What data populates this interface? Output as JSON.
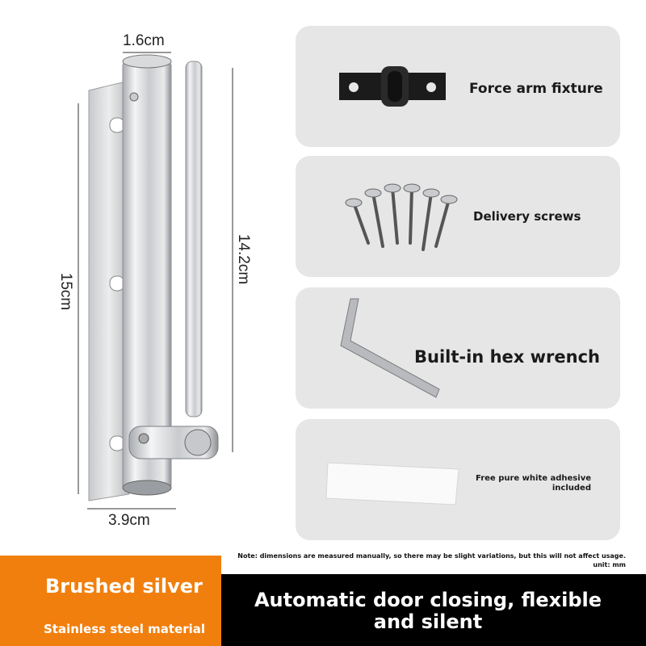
{
  "dimensions": {
    "diameter": "1.6cm",
    "total_length": "15cm",
    "rod_length": "14.2cm",
    "base_width": "3.9cm"
  },
  "accessories": [
    {
      "label": "Force arm fixture",
      "icon": "bracket-icon"
    },
    {
      "label": "Delivery screws",
      "icon": "screws-icon"
    },
    {
      "label": "Built-in hex wrench",
      "icon": "hex-wrench-icon"
    },
    {
      "label": "Free pure white adhesive included",
      "icon": "adhesive-strip-icon"
    }
  ],
  "note": "Note: dimensions are measured manually, so there may be slight variations, but this will not affect usage. unit: mm",
  "color_name": "Brushed silver",
  "material": "Stainless steel material",
  "headline": "Automatic door closing, flexible and silent",
  "colors": {
    "accent_orange": "#f17f0d",
    "card_gray": "#e6e6e6",
    "band_black": "#000000"
  }
}
